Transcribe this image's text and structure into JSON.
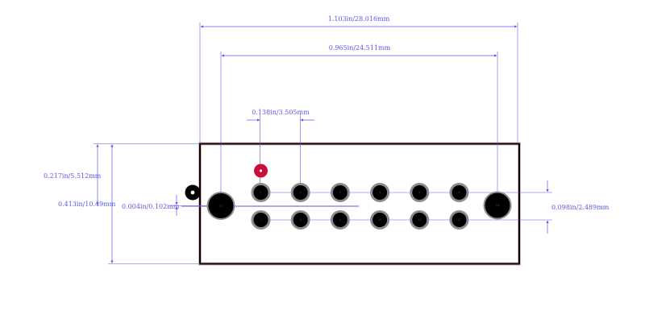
{
  "colors": {
    "background": "#ffffff",
    "outline": "#000000",
    "outline_glow": "#e0b3b8",
    "dimension": "#5a5ae6",
    "pad_ring": "#8c8c8c",
    "pad_hole": "#000000",
    "pin_label": "#3a3ac8",
    "pin1_marker": "#c8103c",
    "marker_dot": "#ffffff"
  },
  "dimensions": {
    "overall_width": "1.103in/28.016mm",
    "mount_spacing": "0.965in/24.511mm",
    "pin_pitch": "0.138in/3.505mm",
    "top_offset": "0.217in/5.512mm",
    "overall_height": "0.413in/10.49mm",
    "row_offset": "0.004in/0.102mm",
    "row_spacing": "0.098in/2.489mm"
  },
  "pins": {
    "top_row": [
      "1",
      "2",
      "3",
      "4",
      "5",
      "6"
    ],
    "bottom_row": [
      "7",
      "8",
      "9",
      "10",
      "11",
      "12"
    ],
    "mount_left": "13",
    "mount_right": "14"
  },
  "icons": {
    "pin1_marker": "pin1-marker-icon",
    "polarity_marker": "polarity-marker-icon"
  }
}
